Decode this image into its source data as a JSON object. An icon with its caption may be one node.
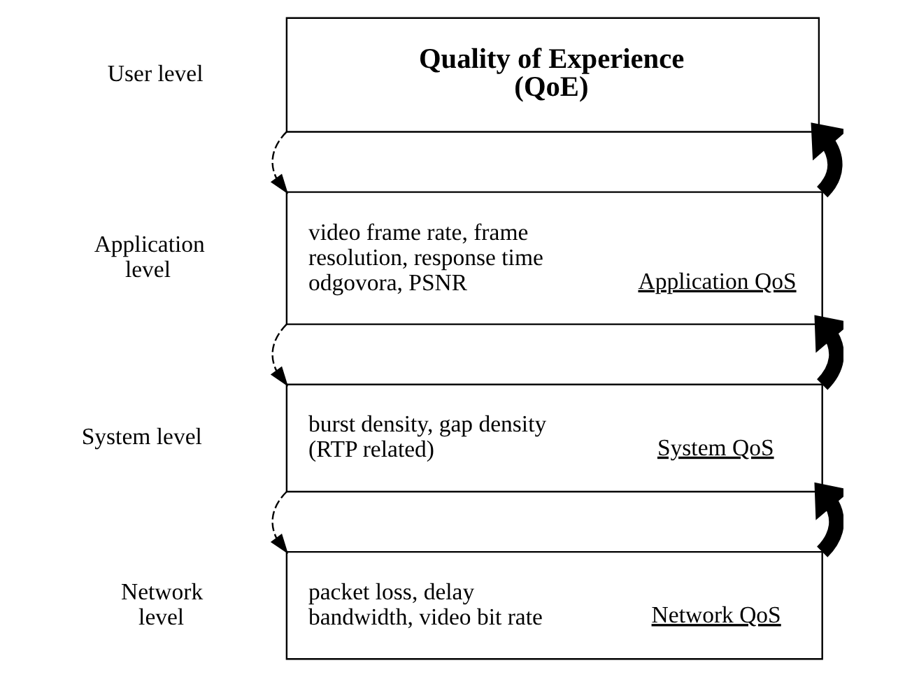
{
  "diagram": {
    "nodes": [
      {
        "text": [
          "Quality of Experience (QoE)"
        ],
        "beside": [
          "User level"
        ]
      },
      {
        "text": [
          "video frame rate, frame resolution, response time odgovora, PSNR",
          "Application QoS"
        ],
        "beside": [
          "Application level"
        ]
      },
      {
        "text": [
          "burst density, gap density (RTP related)",
          "System QoS"
        ],
        "beside": [
          "System level"
        ]
      },
      {
        "text": [
          "packet loss, delay bandwidth, video bit rate",
          "Network QoS"
        ],
        "beside": [
          "Network level"
        ]
      }
    ],
    "edges": [
      {
        "from": 0,
        "to": 1,
        "arrow": "to",
        "style": "dashed"
      },
      {
        "from": 1,
        "to": 2,
        "arrow": "to",
        "style": "dashed"
      },
      {
        "from": 2,
        "to": 3,
        "arrow": "to",
        "style": "dashed"
      },
      {
        "from": 3,
        "to": 2,
        "arrow": "to",
        "style": "thick"
      },
      {
        "from": 2,
        "to": 1,
        "arrow": "to",
        "style": "thick"
      },
      {
        "from": 1,
        "to": 0,
        "arrow": "to",
        "style": "thick"
      }
    ]
  }
}
